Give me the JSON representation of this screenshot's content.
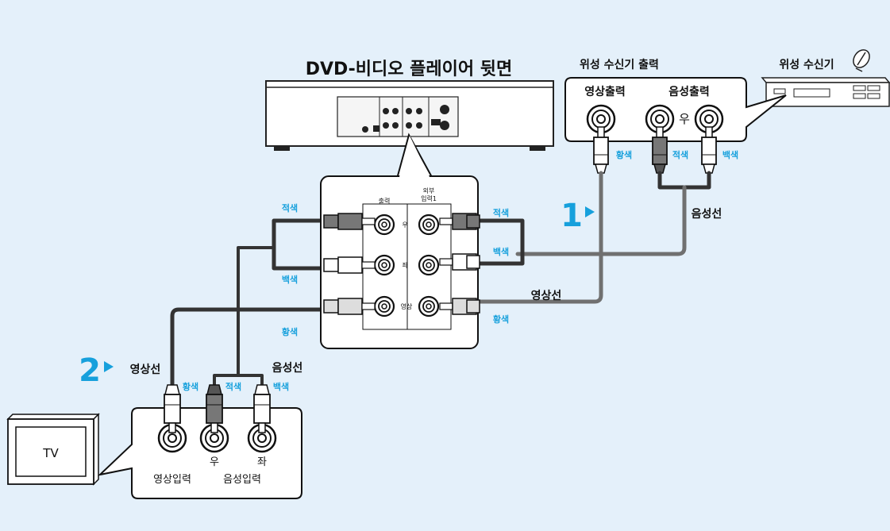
{
  "dvd_title": "DVD-비디오 플레이어 뒷면",
  "satellite_output_title": "위성 수신기 출력",
  "satellite_receiver_label": "위성 수신기",
  "satellite_video_out": "영상출력",
  "satellite_audio_out": "음성출력",
  "sat_right": "우",
  "color_yellow": "황색",
  "color_red": "적색",
  "color_white": "백색",
  "audio_cable": "음성선",
  "video_cable": "영상선",
  "step1": "1",
  "step2": "2",
  "panel_output": "출력",
  "panel_ext_input_1": "외부",
  "panel_ext_input_2": "입력1",
  "panel_right": "우",
  "panel_left": "좌",
  "panel_video": "영상",
  "tv_label": "TV",
  "tv_video_input": "영상입력",
  "tv_audio_input": "음성입력",
  "tv_right": "우",
  "tv_left": "좌",
  "colors": {
    "background": "#e4f0fa",
    "accent": "#16a0dc",
    "cable": "#333333",
    "cable_gray": "#707070"
  }
}
